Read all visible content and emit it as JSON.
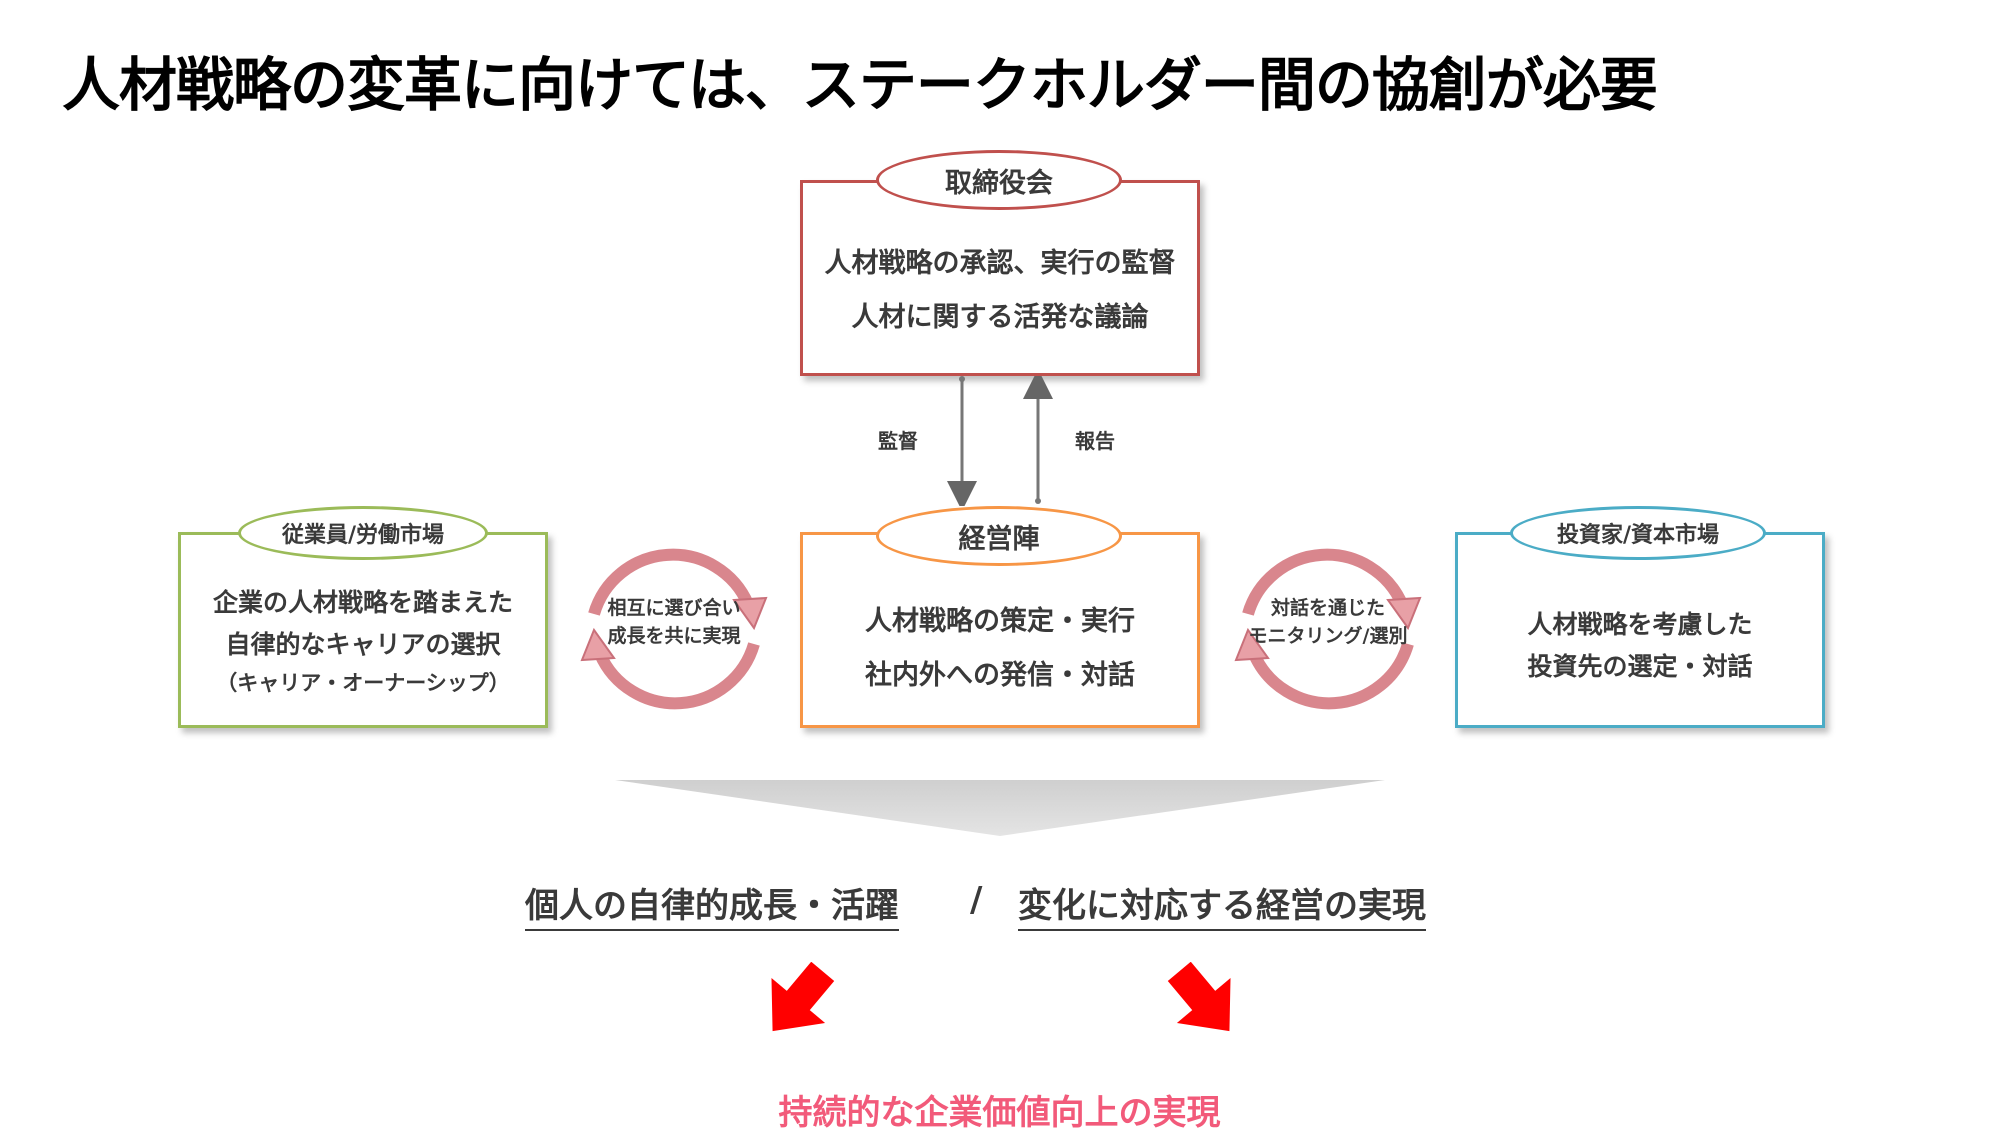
{
  "title": "人材戦略の変革に向けては、ステークホルダー間の協創が必要",
  "board": {
    "name": "取締役会",
    "lines": [
      "人材戦略の承認、実行の監督",
      "人材に関する活発な議論"
    ]
  },
  "arrows": {
    "down_label": "監督",
    "up_label": "報告"
  },
  "management": {
    "name": "経営陣",
    "lines": [
      "人材戦略の策定・実行",
      "社内外への発信・対話"
    ]
  },
  "employees": {
    "name": "従業員/労働市場",
    "lines": [
      "企業の人材戦略を踏まえた",
      "自律的なキャリアの選択",
      "（キャリア・オーナーシップ）"
    ]
  },
  "investors": {
    "name": "投資家/資本市場",
    "lines": [
      "人材戦略を考慮した",
      "投資先の選定・対話"
    ]
  },
  "left_cycle": {
    "lines": [
      "相互に選び合い",
      "成長を共に実現"
    ]
  },
  "right_cycle": {
    "lines": [
      "対話を通じた",
      "モニタリング/選別"
    ]
  },
  "outcomes": {
    "left": "個人の自律的成長・活躍",
    "separator": "/",
    "right": "変化に対応する経営の実現"
  },
  "final": "持続的な企業価値向上の実現",
  "colors": {
    "board": "#c0504d",
    "management": "#f79646",
    "employees": "#9bbb59",
    "investors": "#4bacc6",
    "cycle": "#d9868d",
    "final_text": "#f25a7a",
    "final_arrow": "#ff0000"
  }
}
